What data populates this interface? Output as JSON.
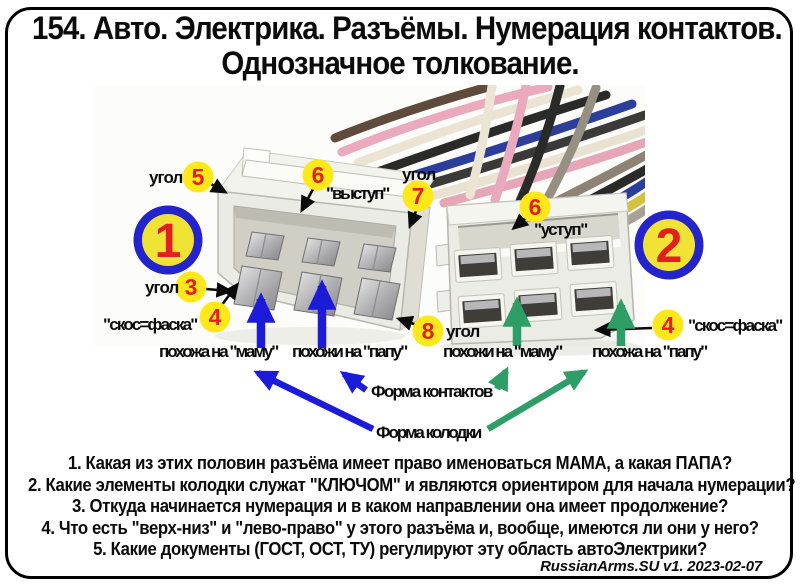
{
  "title": {
    "line1": "154. Авто. Электрика. Разъёмы. Нумерация контактов.",
    "line2": "Однозначное толкование."
  },
  "figure": {
    "big1": "1",
    "big2": "2",
    "callouts": {
      "c5": {
        "n": "5",
        "label": "угол"
      },
      "c6l": {
        "n": "6",
        "label": "\"выступ\""
      },
      "c7": {
        "n": "7",
        "label": "угол"
      },
      "c3": {
        "n": "3",
        "label": "угол"
      },
      "c4l": {
        "n": "4",
        "label": "\"скос=фаска\""
      },
      "c8": {
        "n": "8",
        "label": "угол"
      },
      "c6r": {
        "n": "6",
        "label": "\"уступ\""
      },
      "c4r": {
        "n": "4",
        "label": "\"скос=фаска\""
      }
    },
    "similarity": {
      "l1": "похожа на \"маму\"",
      "l2": "похожи на \"папу\"",
      "r1": "похожи на \"маму\"",
      "r2": "похожа на \"папу\""
    },
    "form": {
      "contacts": "Форма контактов",
      "block": "Форма колодки"
    }
  },
  "questions": [
    "1. Какая из этих половин разъёма имеет право именоваться МАМА, а какая ПАПА?",
    "2. Какие элементы колодки служат \"КЛЮЧОМ\" и являются ориентиром для начала нумерации?",
    "3. Откуда начинается нумерация и в каком направлении она имеет продолжение?",
    "4. Что есть \"верх-низ\" и \"лево-право\" у этого разъёма и, вообще, имеются ли они у него?",
    "5. Какие документы (ГОСТ, ОСТ, ТУ) регулируют эту область автоЭлектрики?"
  ],
  "watermark": "RussianArms.SU v1. 2023-02-07",
  "colors": {
    "arrow_blue": "#1b1bd8",
    "arrow_green": "#2e9e66",
    "ring_blue": "#2424cc",
    "badge_yellow": "#ffe819",
    "big_badge_yellow": "#f1e335",
    "number_red": "#e31e1e",
    "arrow_black": "#0a0a0a"
  }
}
